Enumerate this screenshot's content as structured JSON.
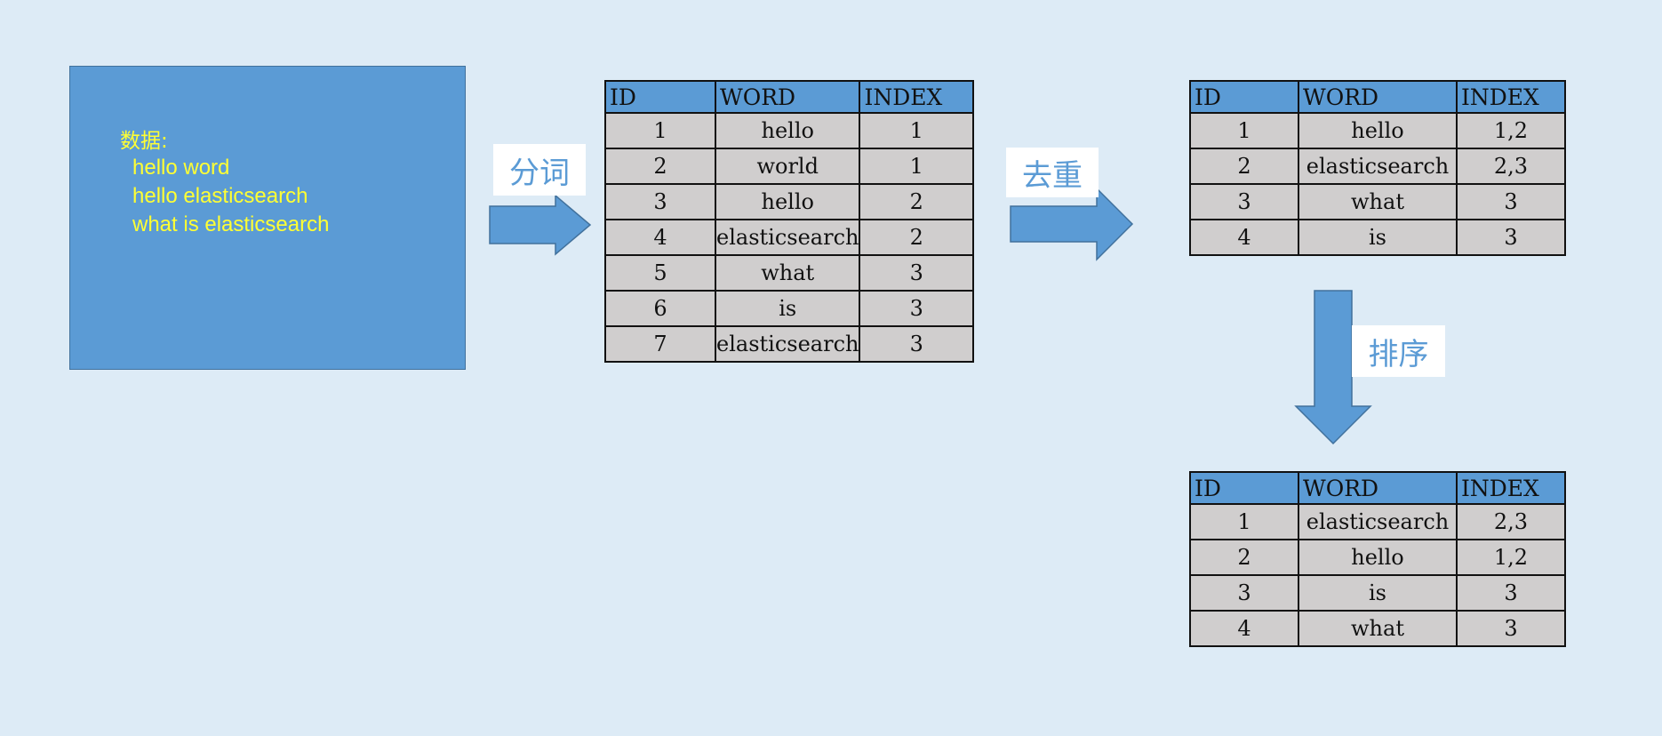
{
  "data_box": {
    "title": "数据:",
    "lines": [
      "hello word",
      "hello elasticsearch",
      "what is elasticsearch"
    ]
  },
  "steps": {
    "split": "分词",
    "dedup": "去重",
    "sort": "排序"
  },
  "table_headers": [
    "ID",
    "WORD",
    "INDEX"
  ],
  "table_split": [
    [
      "1",
      "hello",
      "1"
    ],
    [
      "2",
      "world",
      "1"
    ],
    [
      "3",
      "hello",
      "2"
    ],
    [
      "4",
      "elasticsearch",
      "2"
    ],
    [
      "5",
      "what",
      "3"
    ],
    [
      "6",
      "is",
      "3"
    ],
    [
      "7",
      "elasticsearch",
      "3"
    ]
  ],
  "table_dedup": [
    [
      "1",
      "hello",
      "1,2"
    ],
    [
      "2",
      "elasticsearch",
      "2,3"
    ],
    [
      "3",
      "what",
      "3"
    ],
    [
      "4",
      "is",
      "3"
    ]
  ],
  "table_sorted": [
    [
      "1",
      "elasticsearch",
      "2,3"
    ],
    [
      "2",
      "hello",
      "1,2"
    ],
    [
      "3",
      "is",
      "3"
    ],
    [
      "4",
      "what",
      "3"
    ]
  ],
  "colors": {
    "background": "#ddebf6",
    "accent": "#5b9bd5",
    "cell": "#d0cece",
    "data_text": "#ffff33"
  }
}
